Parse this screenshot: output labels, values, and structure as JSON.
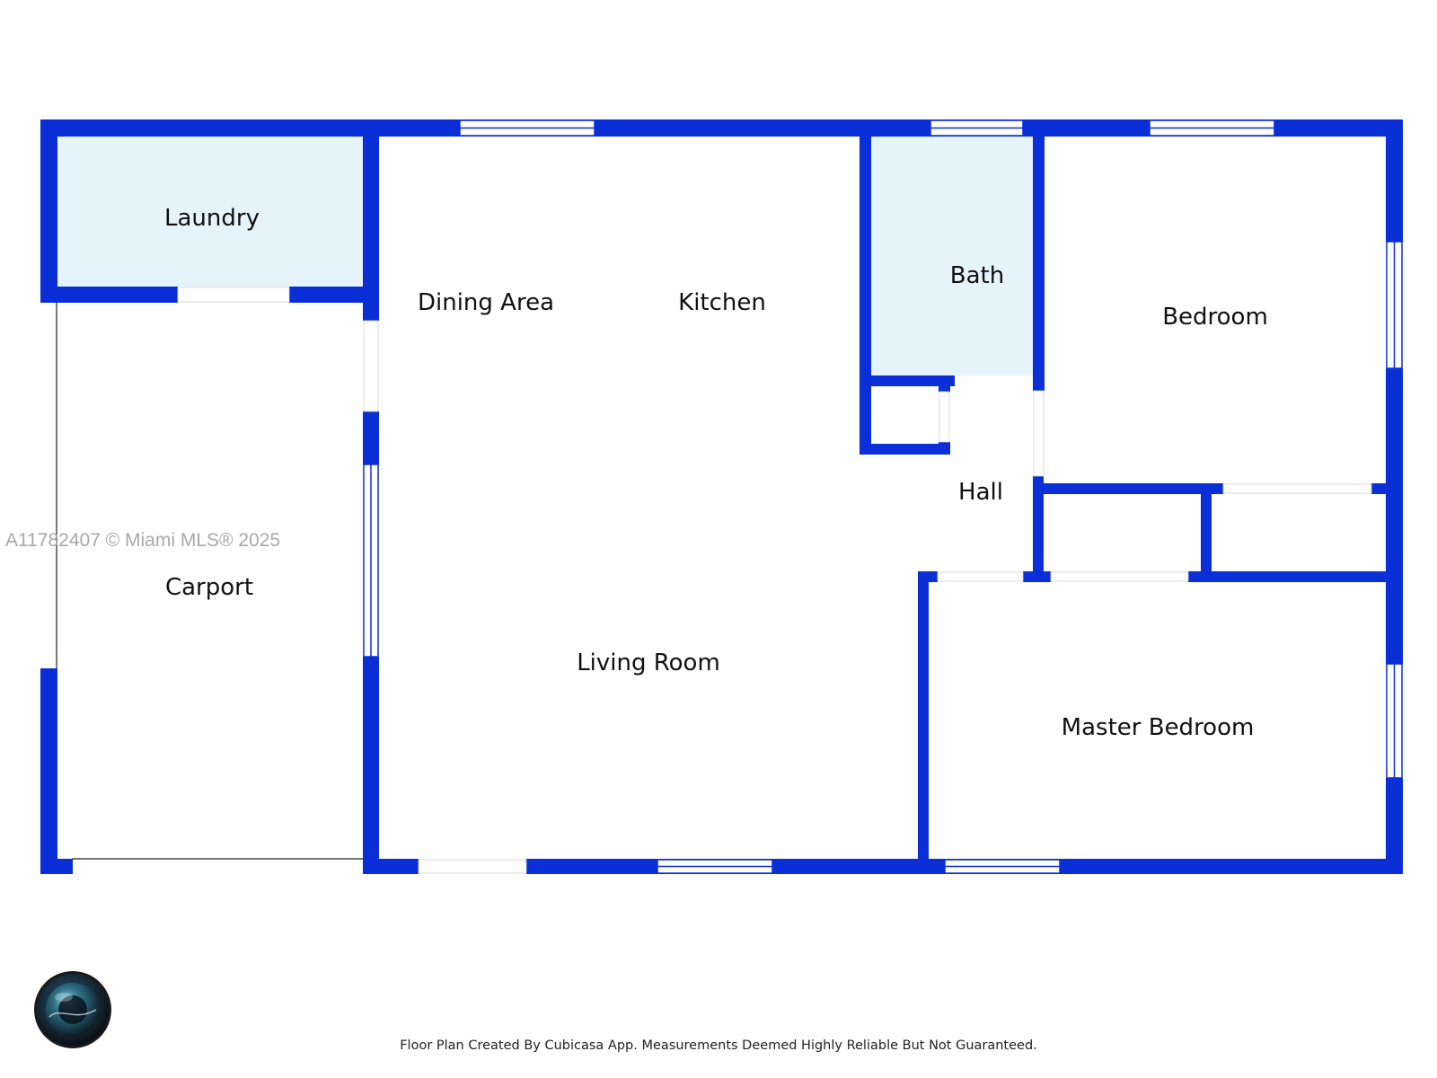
{
  "colors": {
    "wall": "#0a2fd6",
    "wet_room_fill": "#e5f4fb",
    "window": "#ffffff",
    "label": "#111111",
    "watermark": "#a9a9a9"
  },
  "rooms": {
    "laundry": "Laundry",
    "dining_area": "Dining Area",
    "kitchen": "Kitchen",
    "bath": "Bath",
    "bedroom": "Bedroom",
    "hall": "Hall",
    "carport": "Carport",
    "living_room": "Living Room",
    "master_bedroom": "Master Bedroom"
  },
  "watermark": "A11782407 © Miami MLS® 2025",
  "footer": "Floor Plan Created By Cubicasa App. Measurements Deemed Highly Reliable But Not Guaranteed.",
  "icons": {
    "logo": "camera-lens-logo-icon"
  }
}
